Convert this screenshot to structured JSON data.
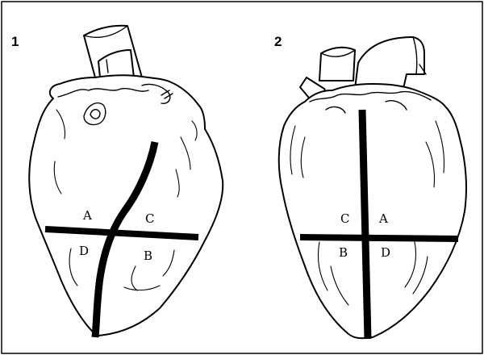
{
  "figure": {
    "panels": [
      {
        "number": "1",
        "labels": {
          "a": "A",
          "b": "B",
          "c": "C",
          "d": "D"
        }
      },
      {
        "number": "2",
        "labels": {
          "a": "A",
          "b": "B",
          "c": "C",
          "d": "D"
        }
      }
    ]
  }
}
